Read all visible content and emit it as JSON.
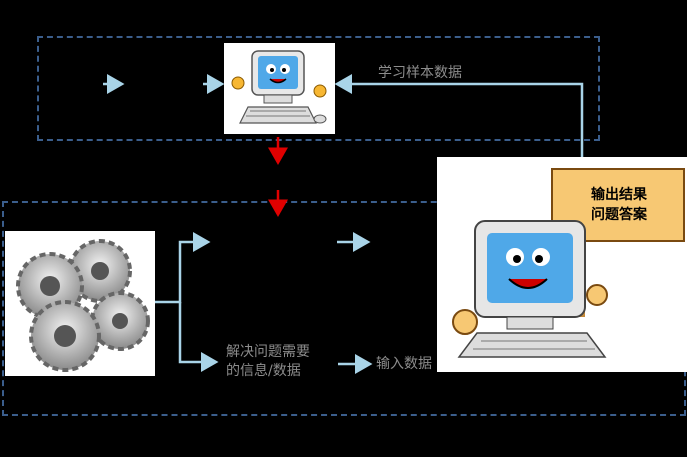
{
  "labels": {
    "training_data": "学习样本数据",
    "problem_info_line1": "解决问题需要",
    "problem_info_line2": "的信息/数据",
    "input_data": "输入数据"
  },
  "sign": {
    "line1": "输出结果",
    "line2": "问题答案"
  },
  "colors": {
    "dashed_border": "#3b5e8c",
    "arrow_blue": "#a9d4e8",
    "arrow_red": "#e00000",
    "label_gray": "#8c8c8c"
  },
  "icons": {
    "top_computer": "computer-mascot-icon",
    "gears": "gears-icon",
    "right_computer": "computer-holding-sign-icon"
  }
}
